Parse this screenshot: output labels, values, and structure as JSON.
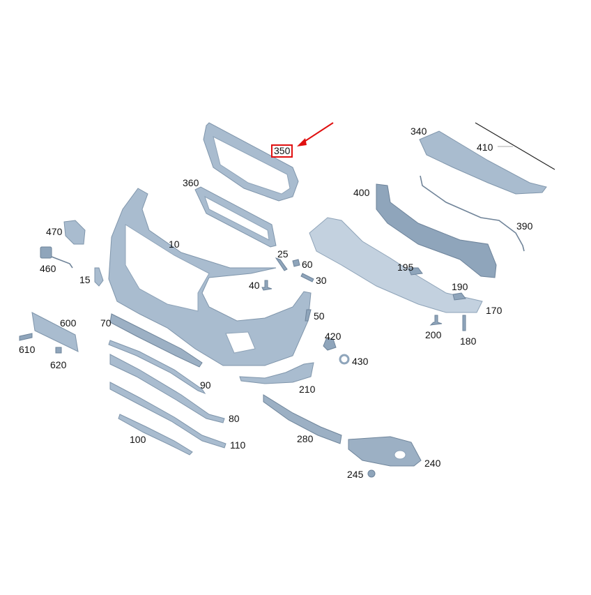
{
  "diagram": {
    "title": "Front bumper exploded parts diagram",
    "highlight_color": "#e01010",
    "part_color": "#a9bccf",
    "highlighted_part": "350",
    "callouts": [
      {
        "id": "c350",
        "label": "350",
        "highlighted": true
      },
      {
        "id": "c340",
        "label": "340"
      },
      {
        "id": "c410",
        "label": "410"
      },
      {
        "id": "c360",
        "label": "360"
      },
      {
        "id": "c400",
        "label": "400"
      },
      {
        "id": "c390",
        "label": "390"
      },
      {
        "id": "c470",
        "label": "470"
      },
      {
        "id": "c10",
        "label": "10"
      },
      {
        "id": "c25",
        "label": "25"
      },
      {
        "id": "c60",
        "label": "60"
      },
      {
        "id": "c195",
        "label": "195"
      },
      {
        "id": "c460",
        "label": "460"
      },
      {
        "id": "c15",
        "label": "15"
      },
      {
        "id": "c40",
        "label": "40"
      },
      {
        "id": "c30",
        "label": "30"
      },
      {
        "id": "c190",
        "label": "190"
      },
      {
        "id": "c170",
        "label": "170"
      },
      {
        "id": "c50",
        "label": "50"
      },
      {
        "id": "c600",
        "label": "600"
      },
      {
        "id": "c70",
        "label": "70"
      },
      {
        "id": "c200",
        "label": "200"
      },
      {
        "id": "c180",
        "label": "180"
      },
      {
        "id": "c420",
        "label": "420"
      },
      {
        "id": "c610",
        "label": "610"
      },
      {
        "id": "c430",
        "label": "430"
      },
      {
        "id": "c620",
        "label": "620"
      },
      {
        "id": "c90",
        "label": "90"
      },
      {
        "id": "c210",
        "label": "210"
      },
      {
        "id": "c80",
        "label": "80"
      },
      {
        "id": "c280",
        "label": "280"
      },
      {
        "id": "c100",
        "label": "100"
      },
      {
        "id": "c110",
        "label": "110"
      },
      {
        "id": "c240",
        "label": "240"
      },
      {
        "id": "c245",
        "label": "245"
      }
    ]
  }
}
